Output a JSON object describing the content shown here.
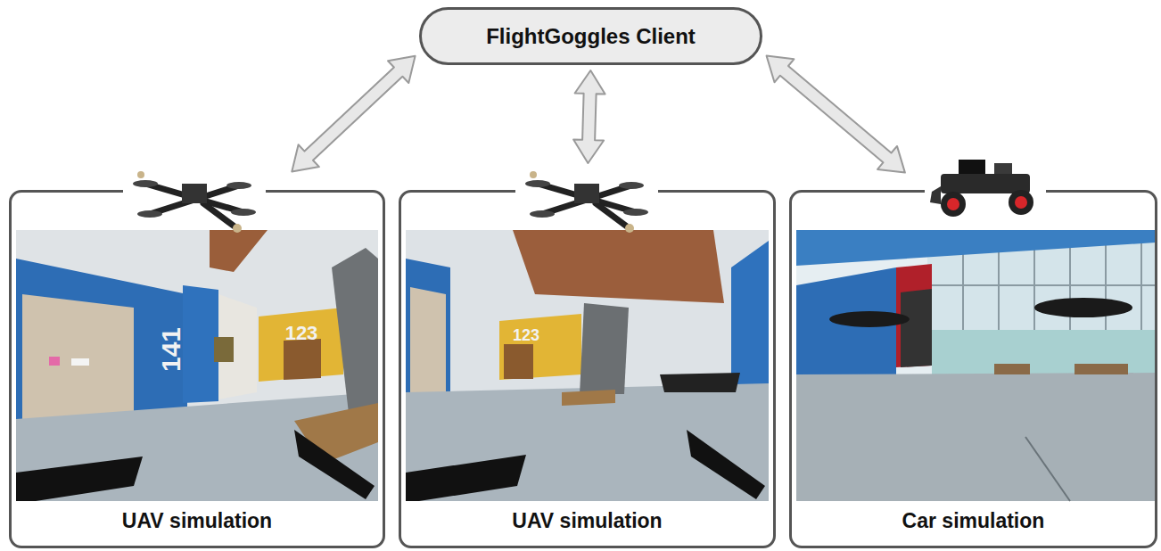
{
  "diagram": {
    "nodes": [
      {
        "text": [
          "FlightGoggles Client"
        ]
      },
      {
        "text": [
          "UAV simulation"
        ]
      },
      {
        "text": [
          "UAV simulation"
        ]
      },
      {
        "text": [
          "Car simulation"
        ]
      }
    ],
    "edges": [
      {
        "from": 0,
        "to": 1,
        "arrow": "both"
      },
      {
        "from": 0,
        "to": 2,
        "arrow": "both"
      },
      {
        "from": 0,
        "to": 3,
        "arrow": "both"
      }
    ],
    "labels": [
      "141",
      "123",
      "123"
    ]
  }
}
